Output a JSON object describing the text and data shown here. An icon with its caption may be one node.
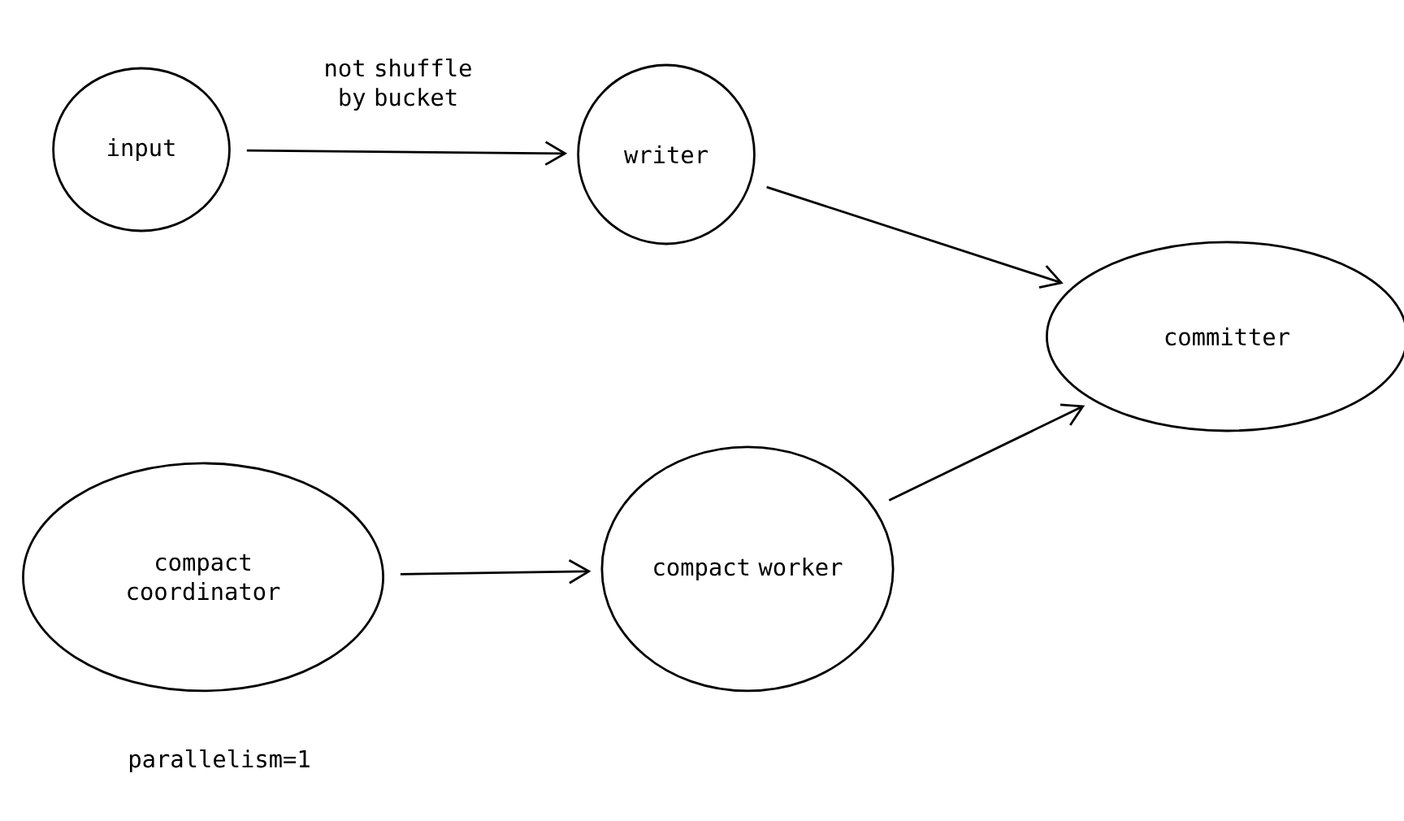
{
  "diagram": {
    "nodes": [
      {
        "text": [
          "input"
        ]
      },
      {
        "text": [
          "writer"
        ]
      },
      {
        "text": [
          "committer"
        ]
      },
      {
        "text": [
          "compact coordinator"
        ],
        "beside": [
          "parallelism=1"
        ]
      },
      {
        "text": [
          "compact worker"
        ]
      }
    ],
    "edges": [
      {
        "from": 0,
        "to": 1,
        "arrow": "to",
        "label": "not shuffle by bucket"
      },
      {
        "from": 1,
        "to": 2,
        "arrow": "to"
      },
      {
        "from": 3,
        "to": 4,
        "arrow": "to"
      },
      {
        "from": 4,
        "to": 2,
        "arrow": "to"
      }
    ]
  }
}
